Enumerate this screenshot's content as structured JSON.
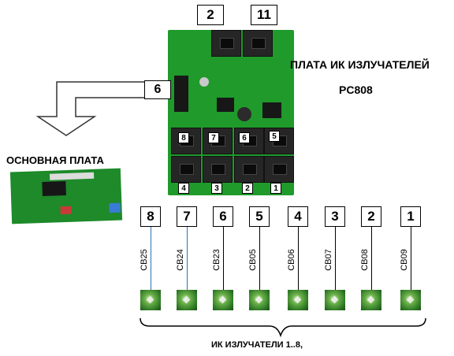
{
  "boxes": {
    "top_left": "2",
    "top_right": "11",
    "arrow": "6"
  },
  "board": {
    "title": "ПЛАТА ИК ИЗЛУЧАТЕЛЕЙ",
    "model": "PC808",
    "upper_ports": [
      "8",
      "7",
      "6",
      "5"
    ],
    "lower_ports": [
      "4",
      "3",
      "2",
      "1"
    ]
  },
  "main_board_label": "ОСНОВНАЯ ПЛАТА",
  "emitters": [
    {
      "num": "8",
      "code": "CB25",
      "wire_color": "#2e6fb7"
    },
    {
      "num": "7",
      "code": "CB24",
      "wire_color": "#2e6fb7"
    },
    {
      "num": "6",
      "code": "CB23",
      "wire_color": "#000000"
    },
    {
      "num": "5",
      "code": "CB05",
      "wire_color": "#000000"
    },
    {
      "num": "4",
      "code": "CB06",
      "wire_color": "#000000"
    },
    {
      "num": "3",
      "code": "CB07",
      "wire_color": "#000000"
    },
    {
      "num": "2",
      "code": "CB08",
      "wire_color": "#000000"
    },
    {
      "num": "1",
      "code": "CB09",
      "wire_color": "#000000"
    }
  ],
  "bottom_label": "ИК ИЗЛУЧАТЕЛИ 1..8,"
}
